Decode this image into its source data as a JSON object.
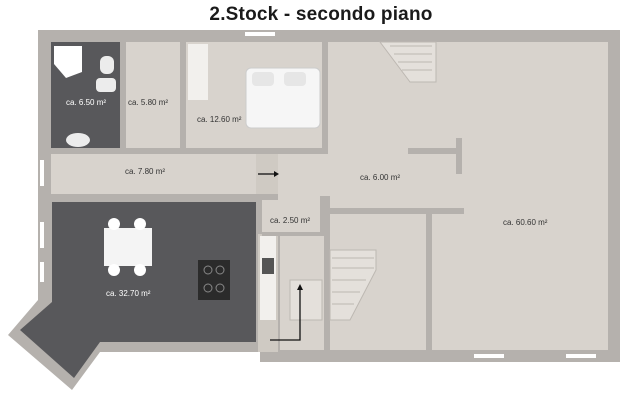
{
  "title": "2.Stock - secondo piano",
  "rooms": [
    {
      "id": "bathroom",
      "area": "ca. 6.50 m²"
    },
    {
      "id": "small-room",
      "area": "ca. 5.80 m²"
    },
    {
      "id": "bedroom",
      "area": "ca. 12.60 m²"
    },
    {
      "id": "hallway",
      "area": "ca. 7.80 m²"
    },
    {
      "id": "central-hall",
      "area": "ca. 6.00 m²"
    },
    {
      "id": "large-room",
      "area": "ca. 60.60 m²"
    },
    {
      "id": "storage",
      "area": "ca. 2.50 m²"
    },
    {
      "id": "kitchen-living",
      "area": "ca. 32.70 m²"
    }
  ],
  "colors": {
    "floor_light": "#d8d3cd",
    "floor_dark": "#58585b",
    "wall": "#b5b1ad",
    "window": "#ffffff",
    "arrow": "#111111"
  }
}
